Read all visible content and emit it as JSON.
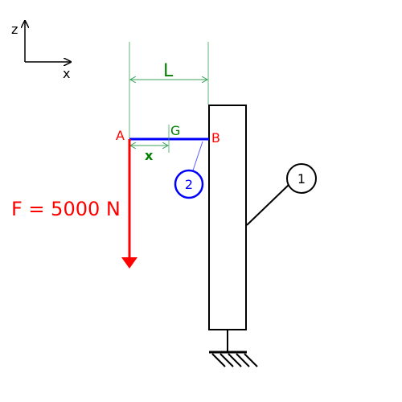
{
  "axes": {
    "z_label": "z",
    "x_label": "x"
  },
  "labels": {
    "dimension_L": "L",
    "point_A": "A",
    "point_B": "B",
    "point_G": "G",
    "distance_x": "x",
    "force": "F = 5000 N",
    "member_1": "1",
    "member_2": "2"
  },
  "colors": {
    "force": "#ff0000",
    "beam": "#0000ff",
    "dimension": "#008000",
    "structure": "#000000"
  }
}
